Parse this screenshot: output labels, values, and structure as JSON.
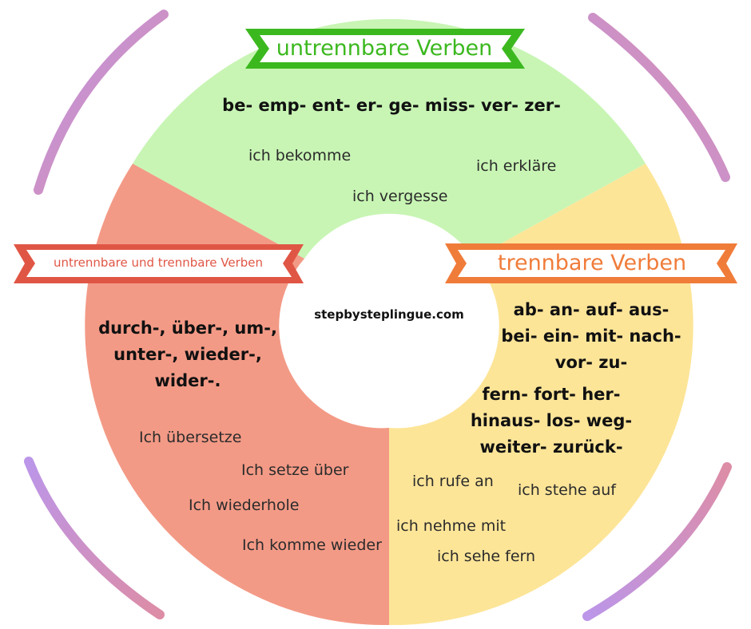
{
  "colors": {
    "green_sector": "#c8f5b4",
    "red_sector": "#f39a86",
    "yellow_sector": "#fde598",
    "green_banner": "#3cb81f",
    "red_banner": "#e05645",
    "orange_banner": "#f07c3a",
    "brush_purple": "#b48ae6",
    "brush_pink": "#d9809c"
  },
  "center": {
    "label": "stepbysteplingue.com"
  },
  "sectors": {
    "untrennbar": {
      "banner": "untrennbare Verben",
      "prefixes": "be- emp- ent- er- ge- miss- ver- zer-",
      "examples": [
        "ich bekomme",
        "ich erkläre",
        "ich vergesse"
      ]
    },
    "beides": {
      "banner": "untrennbare und trennbare Verben",
      "prefixes": [
        "durch-, über-, um-,",
        "unter-, wieder-,",
        "wider-."
      ],
      "examples": [
        "Ich übersetze",
        "Ich setze über",
        "Ich wiederhole",
        "Ich komme wieder"
      ]
    },
    "trennbar": {
      "banner": "trennbare Verben",
      "prefixes_1": [
        "ab- an- auf- aus-",
        "bei- ein- mit- nach-",
        "vor- zu-"
      ],
      "prefixes_2": [
        "fern- fort- her-",
        "hinaus- los- weg-",
        "weiter- zurück-"
      ],
      "examples": [
        "ich rufe an",
        "ich stehe auf",
        "ich nehme mit",
        "ich sehe fern"
      ]
    }
  }
}
